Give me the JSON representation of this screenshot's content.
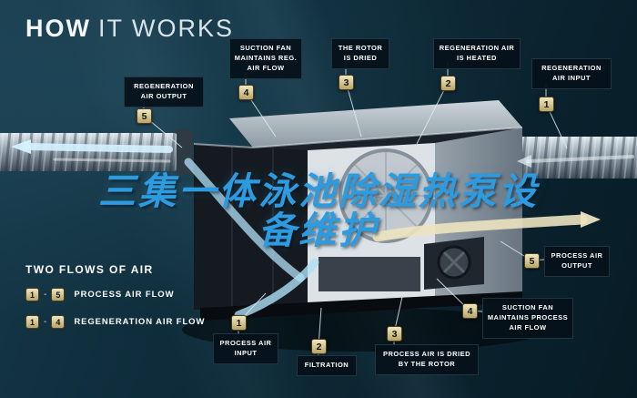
{
  "title": {
    "bold": "HOW",
    "light": "IT WORKS"
  },
  "watermark": {
    "line1": "三集一体泳池除湿热泵设",
    "line2": "备维护"
  },
  "callouts": {
    "reg_output": {
      "label": "REGENERATION AIR OUTPUT",
      "num": "5"
    },
    "reg_fan": {
      "label": "SUCTION FAN MAINTAINS REG. AIR FLOW",
      "num": "4"
    },
    "rotor_dried": {
      "label": "THE ROTOR IS DRIED",
      "num": "3"
    },
    "reg_heated": {
      "label": "REGENERATION AIR IS HEATED",
      "num": "2"
    },
    "reg_input": {
      "label": "REGENERATION AIR INPUT",
      "num": "1"
    },
    "proc_output": {
      "label": "PROCESS AIR OUTPUT",
      "num": "5"
    },
    "proc_fan": {
      "label": "SUCTION FAN MAINTAINS PROCESS AIR FLOW",
      "num": "4"
    },
    "proc_dried": {
      "label": "PROCESS AIR IS DRIED BY THE ROTOR",
      "num": "3"
    },
    "filtration": {
      "label": "FILTRATION",
      "num": "2"
    },
    "proc_input": {
      "label": "PROCESS AIR INPUT",
      "num": "1"
    }
  },
  "legend": {
    "title": "TWO FLOWS OF AIR",
    "rows": [
      {
        "from": "1",
        "sep": "-",
        "to": "5",
        "label": "PROCESS AIR FLOW"
      },
      {
        "from": "1",
        "sep": "-",
        "to": "4",
        "label": "REGENERATION AIR FLOW"
      }
    ]
  },
  "colors": {
    "background": "#0d2a37",
    "label_box": "#05111a",
    "number_chip": "#d3c390",
    "watermark_blue": "#2d9be0",
    "flow_blue": "#b2e2f8",
    "flow_cream": "#ece3c0"
  }
}
